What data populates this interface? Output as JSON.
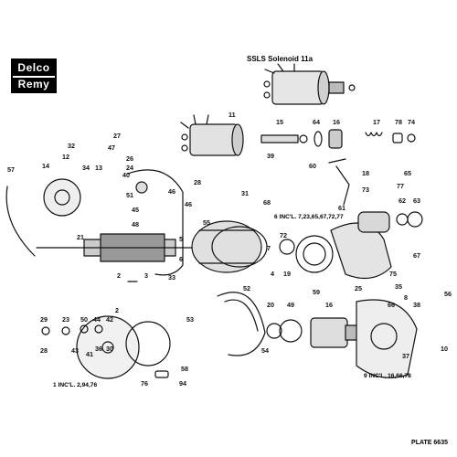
{
  "logo": {
    "line1": "Delco",
    "line2": "Remy"
  },
  "solenoid_title": "SSLS Solenoid 11a",
  "plate": "PLATE 6635",
  "includes": {
    "kit6": "6 INC'L. 7,23,65,67,72,77",
    "kit1": "1 INC'L. 2,94,76",
    "kit9": "9 INC'L. 16,66,78"
  },
  "callouts": [
    {
      "id": "11",
      "text": "11"
    },
    {
      "id": "15",
      "text": "15"
    },
    {
      "id": "64a",
      "text": "64"
    },
    {
      "id": "16a",
      "text": "16"
    },
    {
      "id": "17",
      "text": "17"
    },
    {
      "id": "78",
      "text": "78"
    },
    {
      "id": "74",
      "text": "74"
    },
    {
      "id": "27",
      "text": "27"
    },
    {
      "id": "47",
      "text": "47"
    },
    {
      "id": "32",
      "text": "32"
    },
    {
      "id": "12",
      "text": "12"
    },
    {
      "id": "26",
      "text": "26"
    },
    {
      "id": "24",
      "text": "24"
    },
    {
      "id": "39",
      "text": "39"
    },
    {
      "id": "40",
      "text": "40"
    },
    {
      "id": "57",
      "text": "57"
    },
    {
      "id": "14",
      "text": "14"
    },
    {
      "id": "34",
      "text": "34"
    },
    {
      "id": "13",
      "text": "13"
    },
    {
      "id": "60",
      "text": "60"
    },
    {
      "id": "18",
      "text": "18"
    },
    {
      "id": "65",
      "text": "65"
    },
    {
      "id": "73",
      "text": "73"
    },
    {
      "id": "77",
      "text": "77"
    },
    {
      "id": "61",
      "text": "61"
    },
    {
      "id": "62",
      "text": "62"
    },
    {
      "id": "63",
      "text": "63"
    },
    {
      "id": "28",
      "text": "28"
    },
    {
      "id": "46a",
      "text": "46"
    },
    {
      "id": "31",
      "text": "31"
    },
    {
      "id": "68",
      "text": "68"
    },
    {
      "id": "46b",
      "text": "46"
    },
    {
      "id": "51",
      "text": "51"
    },
    {
      "id": "45",
      "text": "45"
    },
    {
      "id": "48",
      "text": "48"
    },
    {
      "id": "55",
      "text": "55"
    },
    {
      "id": "21",
      "text": "21"
    },
    {
      "id": "5",
      "text": "5"
    },
    {
      "id": "72",
      "text": "72"
    },
    {
      "id": "7",
      "text": "7"
    },
    {
      "id": "67",
      "text": "67"
    },
    {
      "id": "3",
      "text": "3"
    },
    {
      "id": "2a",
      "text": "2"
    },
    {
      "id": "33",
      "text": "33"
    },
    {
      "id": "4",
      "text": "4"
    },
    {
      "id": "19",
      "text": "19"
    },
    {
      "id": "59",
      "text": "59"
    },
    {
      "id": "75",
      "text": "75"
    },
    {
      "id": "25",
      "text": "25"
    },
    {
      "id": "35",
      "text": "35"
    },
    {
      "id": "8",
      "text": "8"
    },
    {
      "id": "52",
      "text": "52"
    },
    {
      "id": "53",
      "text": "53"
    },
    {
      "id": "29",
      "text": "29"
    },
    {
      "id": "23",
      "text": "23"
    },
    {
      "id": "50",
      "text": "50"
    },
    {
      "id": "44",
      "text": "44"
    },
    {
      "id": "42",
      "text": "42"
    },
    {
      "id": "2b",
      "text": "2"
    },
    {
      "id": "28b",
      "text": "28"
    },
    {
      "id": "43",
      "text": "43"
    },
    {
      "id": "41",
      "text": "41"
    },
    {
      "id": "36",
      "text": "36"
    },
    {
      "id": "30",
      "text": "30"
    },
    {
      "id": "20",
      "text": "20"
    },
    {
      "id": "49",
      "text": "49"
    },
    {
      "id": "16b",
      "text": "16"
    },
    {
      "id": "66",
      "text": "66"
    },
    {
      "id": "38",
      "text": "38"
    },
    {
      "id": "56",
      "text": "56"
    },
    {
      "id": "54",
      "text": "54"
    },
    {
      "id": "58",
      "text": "58"
    },
    {
      "id": "76",
      "text": "76"
    },
    {
      "id": "94",
      "text": "94"
    },
    {
      "id": "37",
      "text": "37"
    },
    {
      "id": "10",
      "text": "10"
    },
    {
      "id": "6",
      "text": "6"
    }
  ]
}
